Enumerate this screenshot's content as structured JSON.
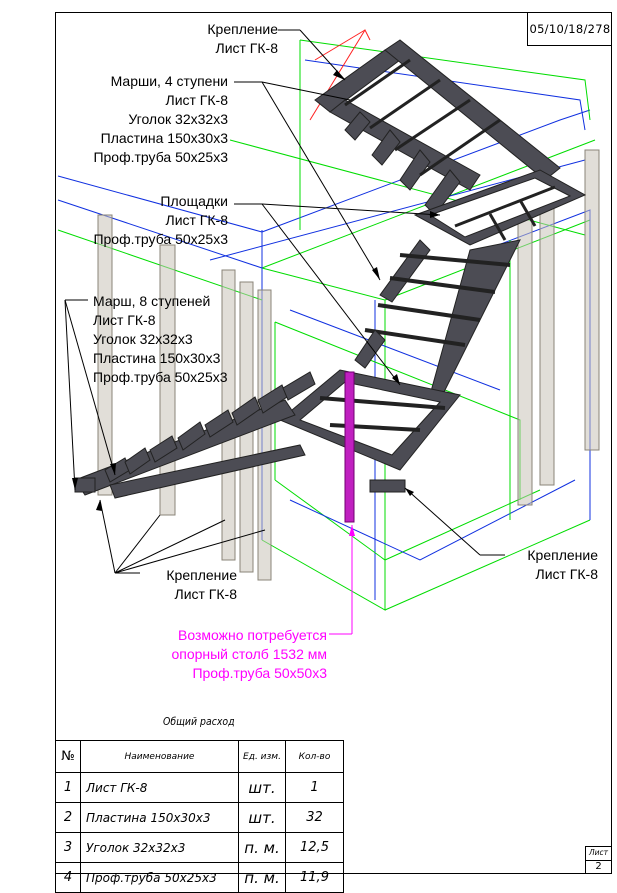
{
  "header": {
    "doc_number": "05/10/18/278"
  },
  "callouts": {
    "top_mount": {
      "line1": "Крепление",
      "line2": "Лист ГК-8"
    },
    "flight4": {
      "line1": "Марши, 4 ступени",
      "line2": "Лист ГК-8",
      "line3": "Уголок 32x32x3",
      "line4": "Пластина 150x30x3",
      "line5": "Проф.труба 50x25x3"
    },
    "landings": {
      "line1": "Площадки",
      "line2": "Лист ГК-8",
      "line3": "Проф.труба 50x25x3"
    },
    "flight8": {
      "line1": "Марш, 8 ступеней",
      "line2": "Лист ГК-8",
      "line3": "Уголок 32x32x3",
      "line4": "Пластина 150x30x3",
      "line5": "Проф.труба 50x25x3"
    },
    "bottom_mount": {
      "line1": "Крепление",
      "line2": "Лист ГК-8"
    },
    "right_mount": {
      "line1": "Крепление",
      "line2": "Лист ГК-8"
    },
    "support_post": {
      "line1": "Возможно потребуется",
      "line2": "опорный столб 1532 мм",
      "line3": "Проф.труба 50x50x3"
    }
  },
  "colors": {
    "accent": "#ff00ff",
    "frame_green": "#00dd00",
    "frame_blue": "#1030e0",
    "steel": "#555560"
  },
  "table": {
    "caption": "Общий расход",
    "headers": [
      "№",
      "Наименование",
      "Ед. изм.",
      "Кол-во"
    ],
    "rows": [
      {
        "num": "1",
        "name": "Лист ГК-8",
        "unit": "шт.",
        "qty": "1"
      },
      {
        "num": "2",
        "name": "Пластина 150x30x3",
        "unit": "шт.",
        "qty": "32"
      },
      {
        "num": "3",
        "name": "Уголок 32x32x3",
        "unit": "п. м.",
        "qty": "12,5"
      },
      {
        "num": "4",
        "name": "Проф.труба 50x25x3",
        "unit": "п. м.",
        "qty": "11,9"
      }
    ]
  },
  "sheet": {
    "label": "Лист",
    "number": "2"
  }
}
